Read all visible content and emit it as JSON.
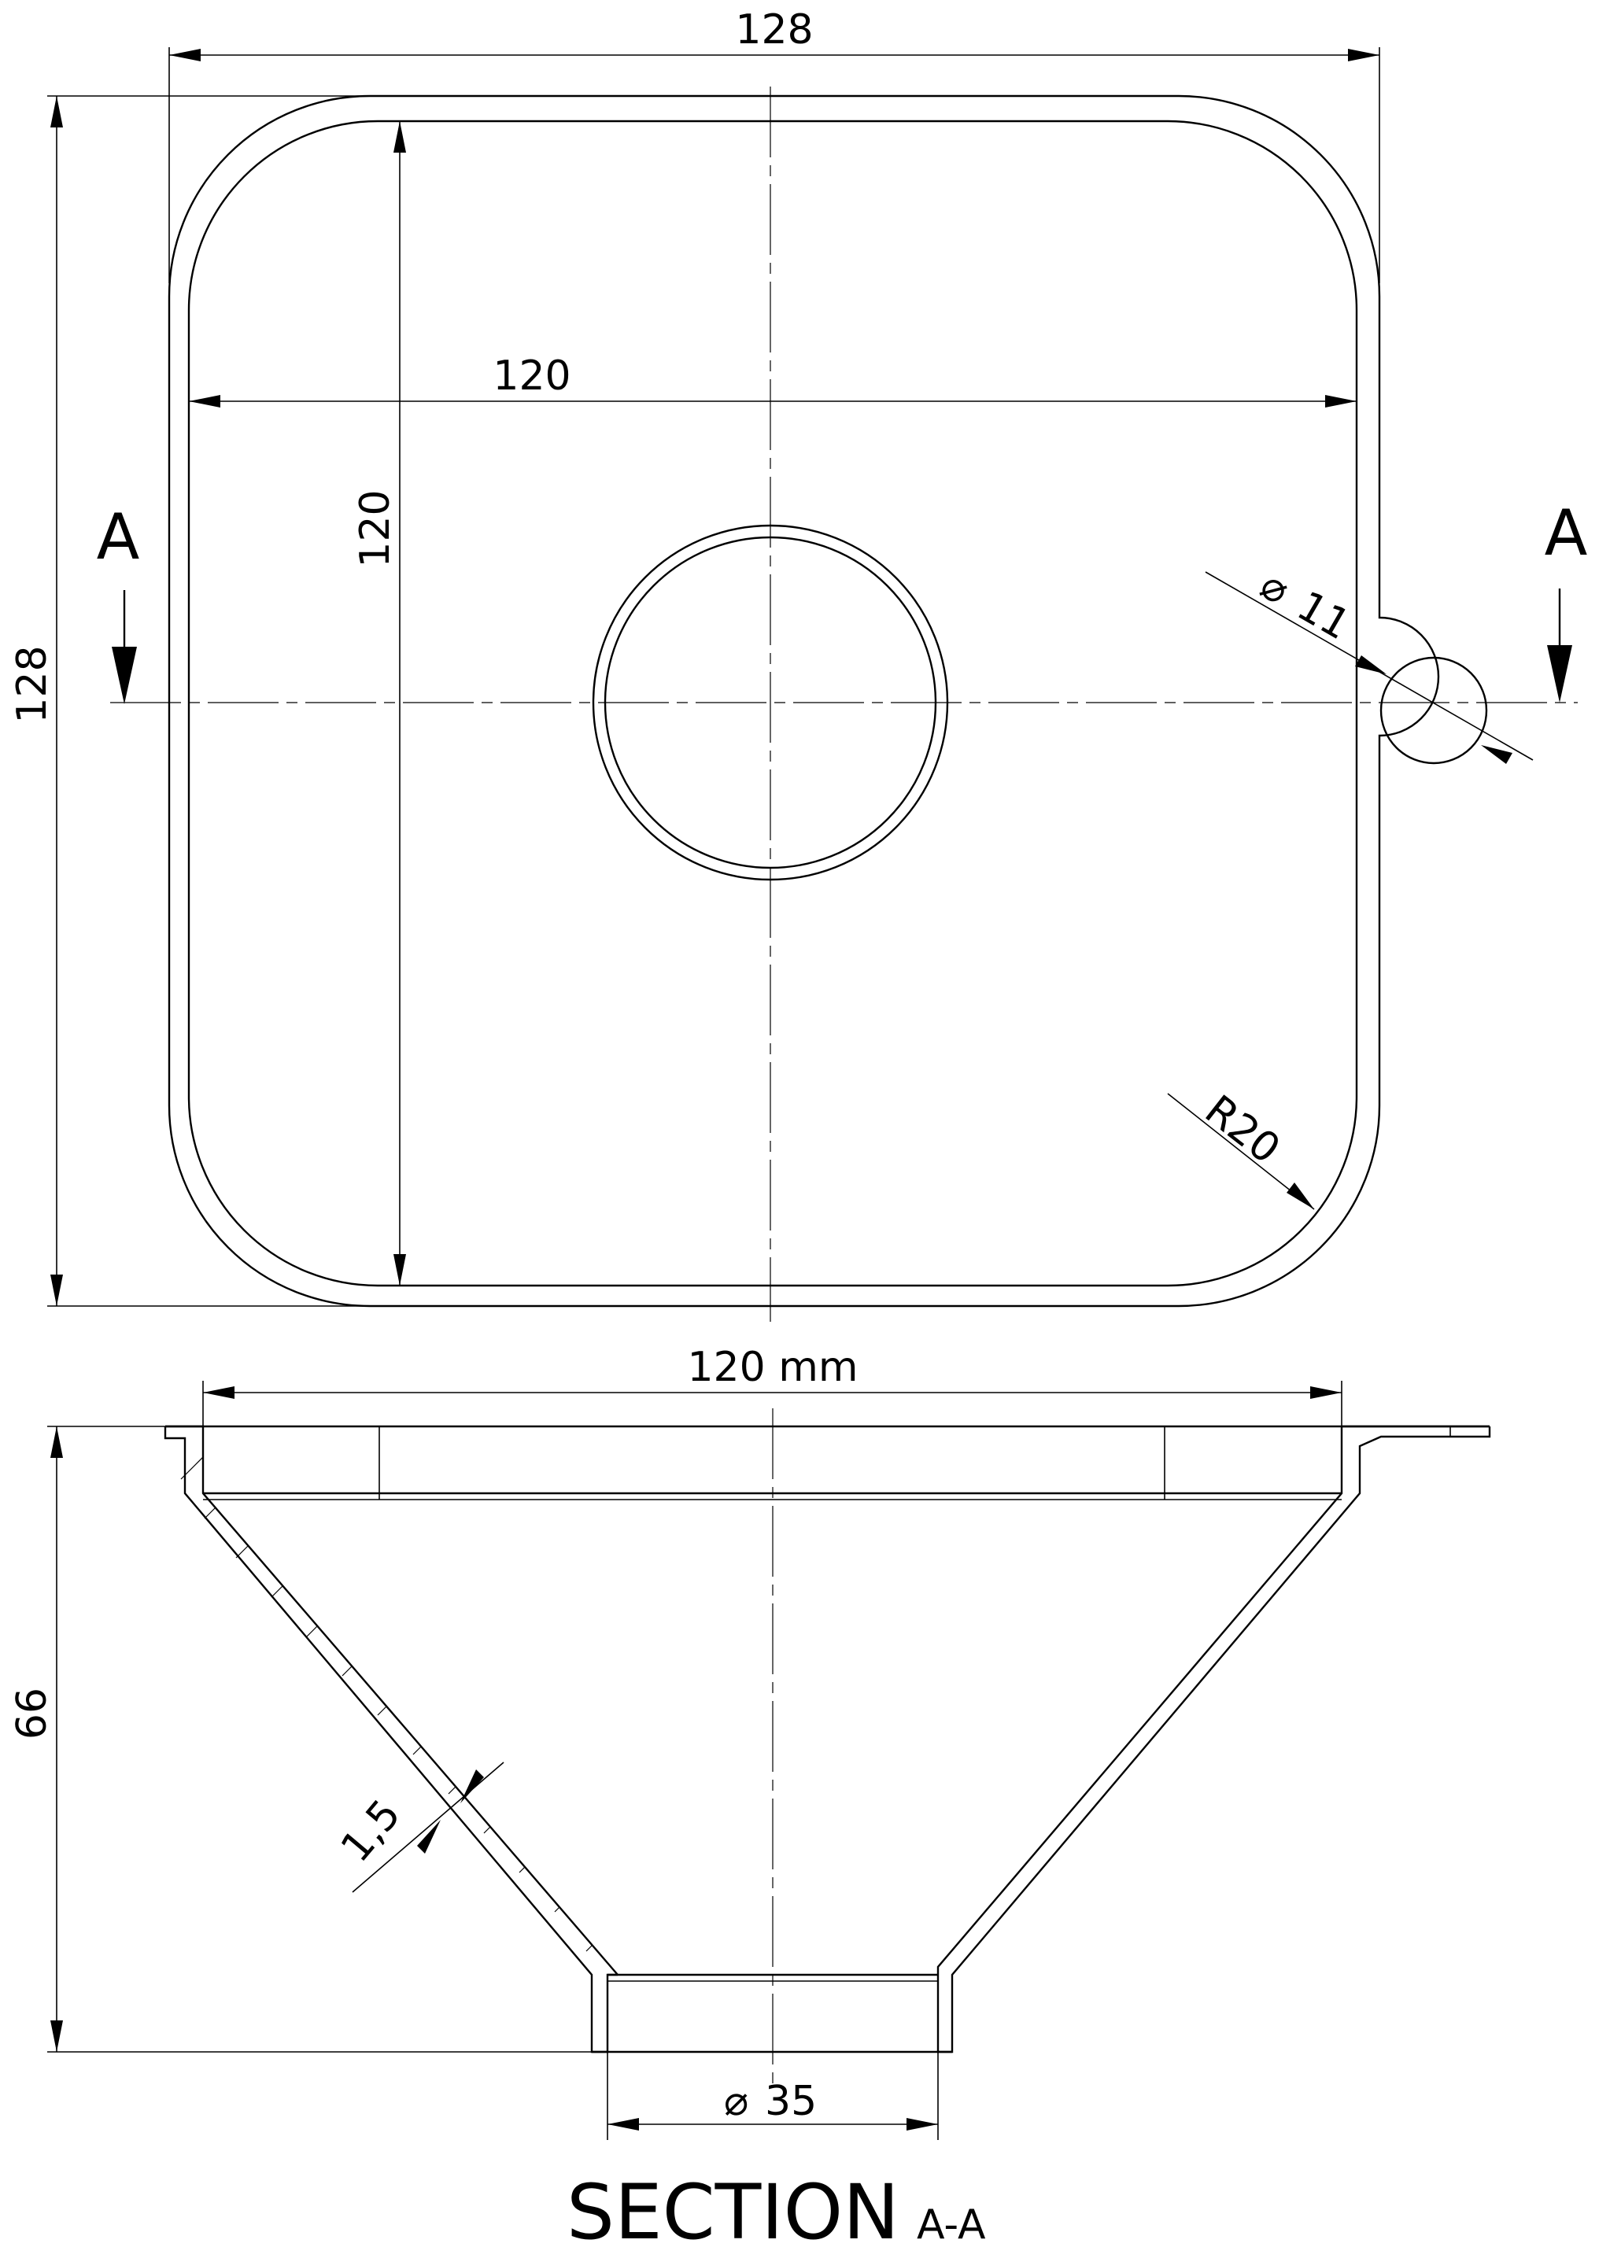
{
  "top_view": {
    "dim_overall_width": "128",
    "dim_overall_height": "128",
    "dim_inner_width": "120",
    "dim_inner_height": "120",
    "dim_hole_diameter": "11",
    "dim_corner_radius": "R20",
    "section_marker_left": "A",
    "section_marker_right": "A"
  },
  "section_view": {
    "dim_top_width": "120 mm",
    "dim_height": "66",
    "dim_wall_thickness": "1,5",
    "dim_outlet_diameter": "35",
    "title": "SECTION",
    "title_suffix": "A-A"
  },
  "symbols": {
    "diameter": "⌀"
  }
}
